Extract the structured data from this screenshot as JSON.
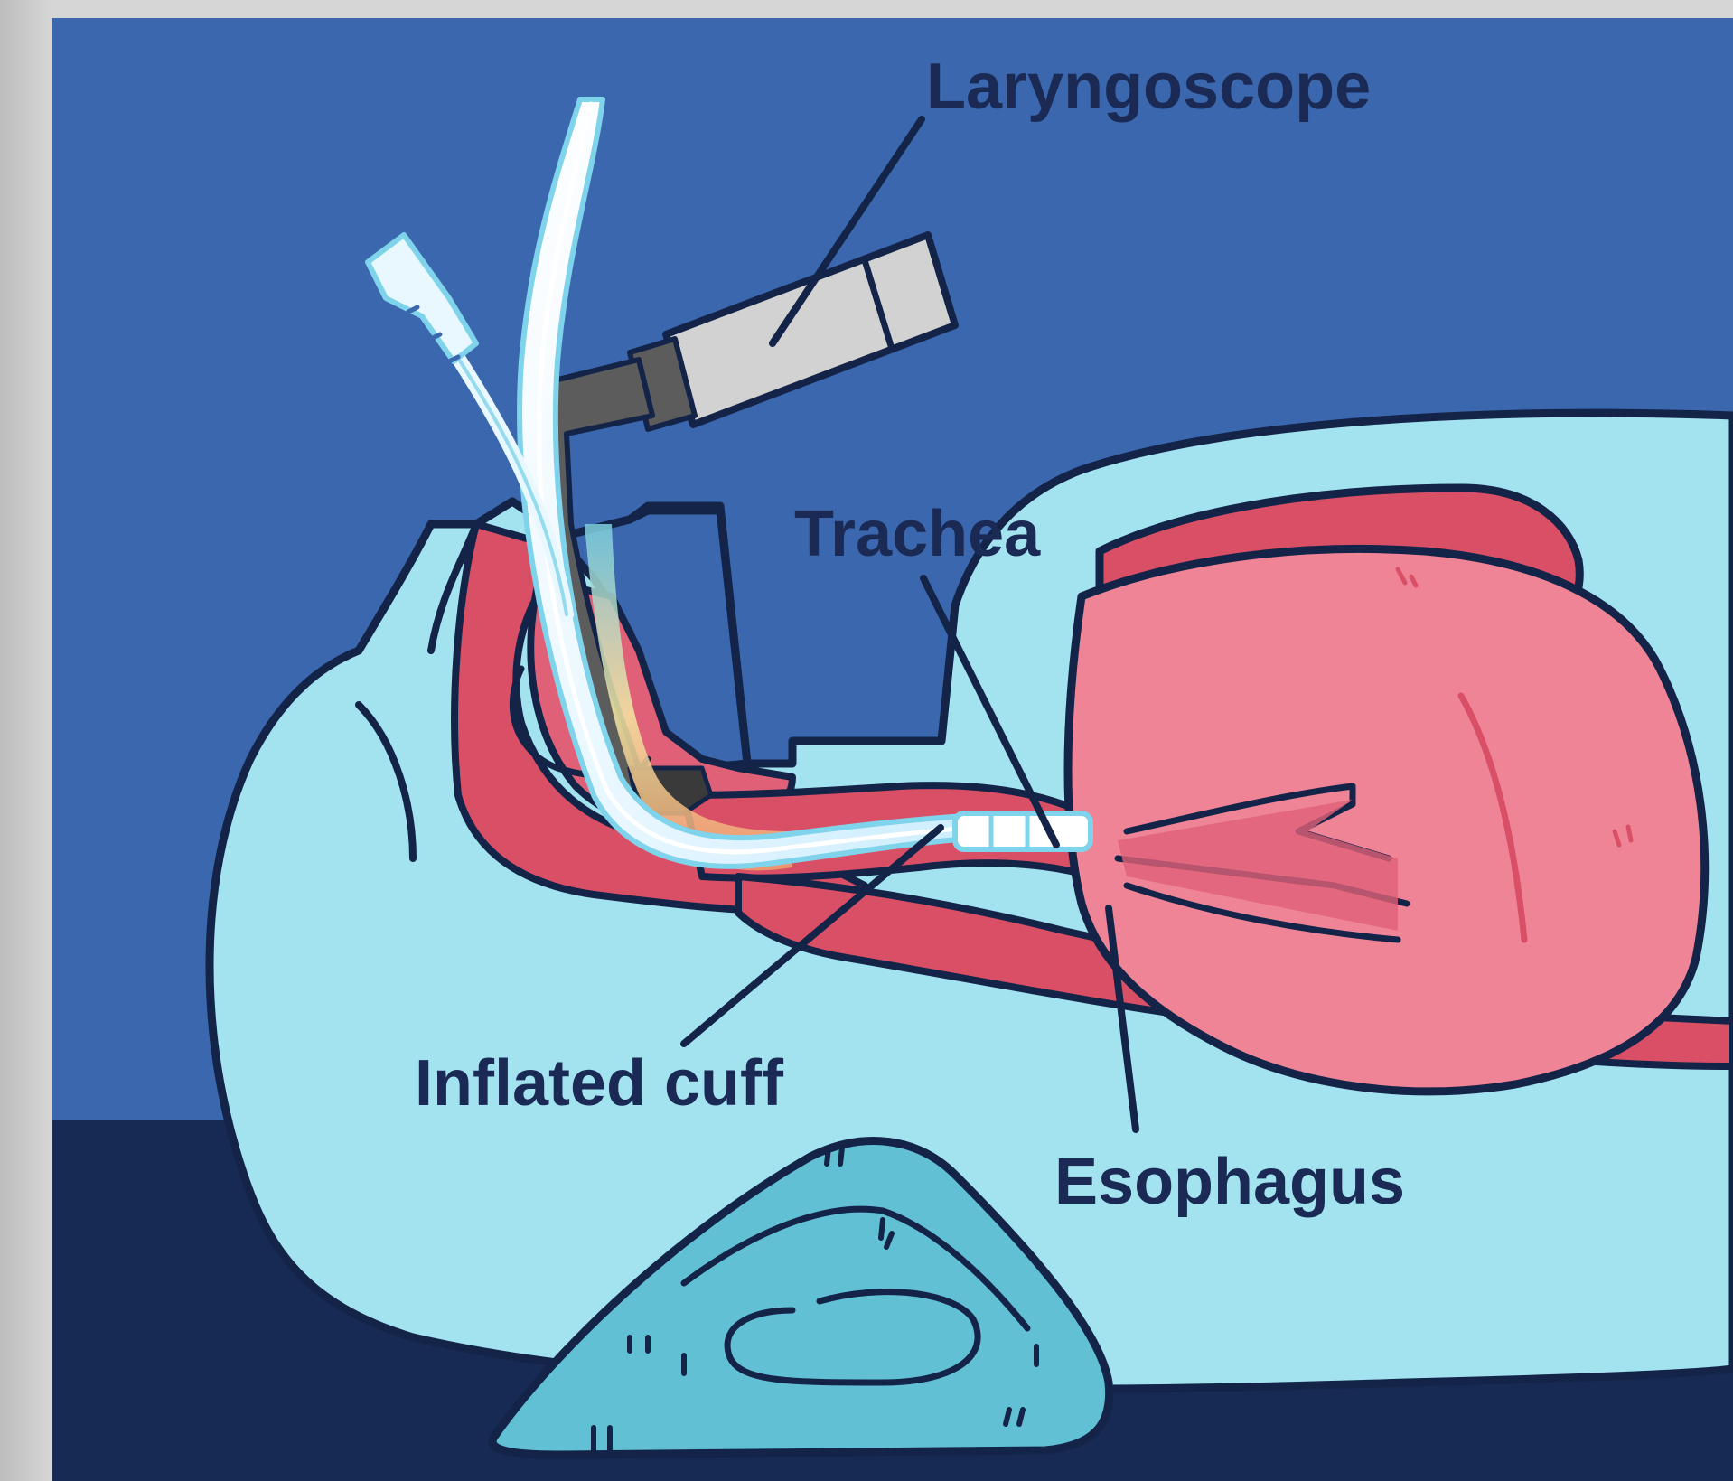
{
  "colors": {
    "sky": "#3a67ad",
    "floor": "#162a53",
    "body": "#a3e3ef",
    "pillow": "#62c0d5",
    "tissue_dark": "#d94f66",
    "tissue_light": "#f08497",
    "outline": "#142448",
    "scope": "#d2d2d2",
    "scope_dark": "#5c5c5c",
    "tube": "#e9f8ff"
  },
  "labels": {
    "laryngoscope": "Laryngoscope",
    "trachea": "Trachea",
    "inflated_cuff": "Inflated cuff",
    "esophagus": "Esophagus"
  }
}
